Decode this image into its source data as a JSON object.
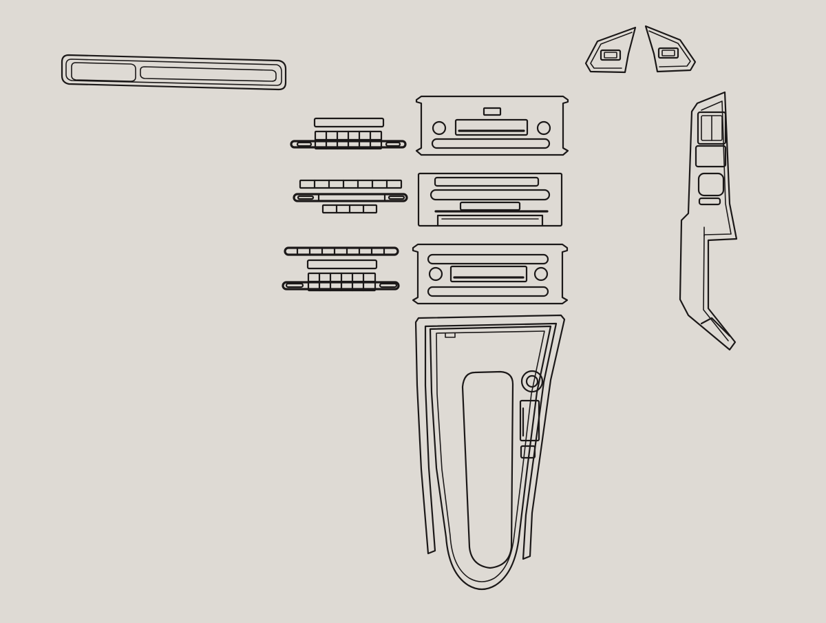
{
  "colors": {
    "background": "#dedad4",
    "stroke": "#1b1818"
  },
  "parts": [
    {
      "name": "dashboard-strip-trim"
    },
    {
      "name": "mirror-switch-trims"
    },
    {
      "name": "button-row-trims-top"
    },
    {
      "name": "radio-panel-trim-top"
    },
    {
      "name": "button-row-trims-middle"
    },
    {
      "name": "radio-panel-trim-middle"
    },
    {
      "name": "button-row-trims-bottom"
    },
    {
      "name": "radio-panel-trim-bottom"
    },
    {
      "name": "center-console-trim"
    },
    {
      "name": "door-switch-panel-trim"
    }
  ]
}
